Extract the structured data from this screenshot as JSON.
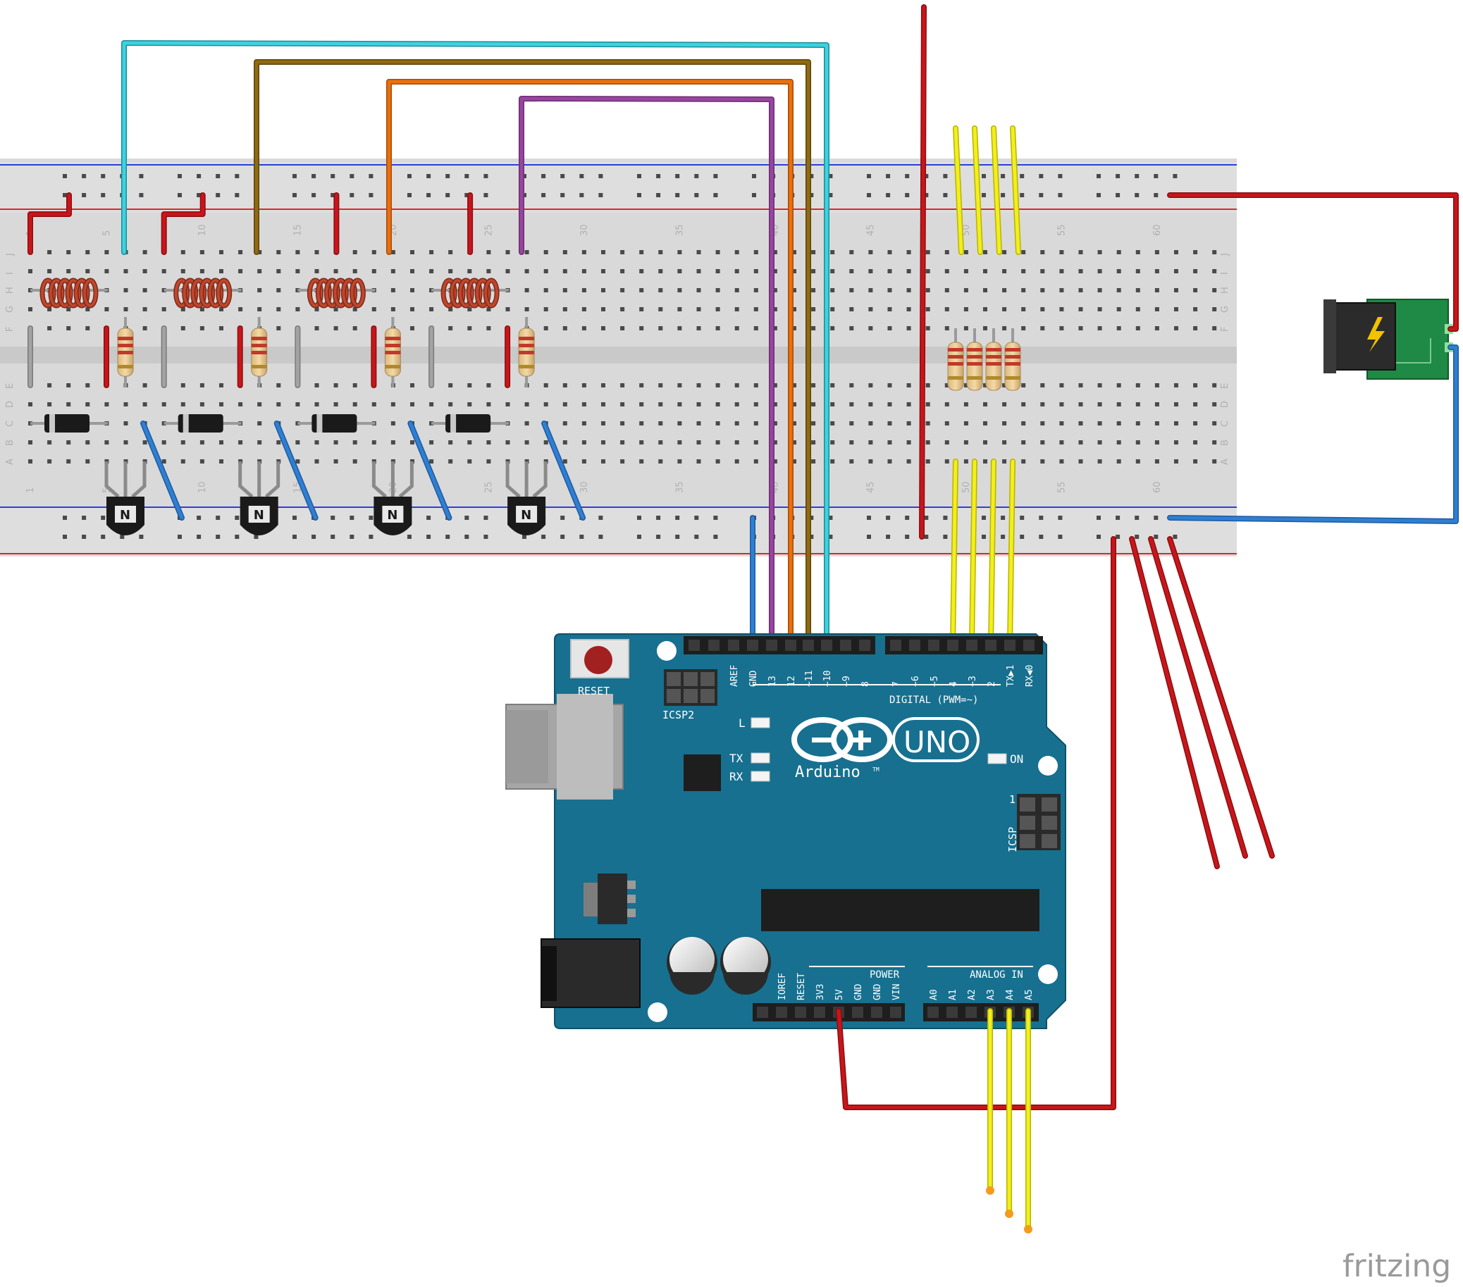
{
  "breadboard": {
    "column_numbers": [
      "1",
      "5",
      "10",
      "15",
      "20",
      "25",
      "30",
      "35",
      "40",
      "45",
      "50",
      "55",
      "60"
    ],
    "row_letters_top": [
      "J",
      "I",
      "H",
      "G",
      "F"
    ],
    "row_letters_bottom": [
      "E",
      "D",
      "C",
      "B",
      "A"
    ]
  },
  "components": {
    "transistor_marking": "N",
    "coil_count": 4,
    "transistor_count": 4,
    "diode_count": 4,
    "resistor_left_count": 4,
    "resistor_right_count": 4
  },
  "arduino": {
    "reset_label": "RESET",
    "icsp2_label": "ICSP2",
    "icsp_label": "ICSP",
    "icsp_pin1": "1",
    "led_l": "L",
    "led_tx": "TX",
    "led_rx": "RX",
    "on_label": "ON",
    "logo_model": "UNO",
    "logo_brand": "Arduino",
    "logo_tm": "TM",
    "digital_label": "DIGITAL (PWM=~)",
    "digital_pins": [
      "AREF",
      "GND",
      "13",
      "12",
      "~11",
      "~10",
      "~9",
      "8",
      "7",
      "~6",
      "~5",
      "4",
      "~3",
      "2",
      "TX▶1",
      "RX◀0"
    ],
    "power_label": "POWER",
    "analog_label": "ANALOG IN",
    "power_pins": [
      "IOREF",
      "RESET",
      "3V3",
      "5V",
      "GND",
      "GND",
      "VIN"
    ],
    "analog_pins": [
      "A0",
      "A1",
      "A2",
      "A3",
      "A4",
      "A5"
    ]
  },
  "watermark": "fritzing",
  "colors": {
    "breadboard": "#d9d9d9",
    "breadboard_center": "#c8c8c8",
    "rail_red": "#d62b2b",
    "rail_blue": "#2b3fd6",
    "arduino_blue": "#17708f",
    "wire_red": "#c8161b",
    "wire_blue": "#2f7fd2",
    "wire_cyan": "#3ed2e0",
    "wire_olive": "#8f6a12",
    "wire_orange": "#ea6f0e",
    "wire_purple": "#9845a0",
    "wire_yellow": "#f2ef1c",
    "coil": "#c2452c",
    "jack_green": "#1e8a45"
  }
}
